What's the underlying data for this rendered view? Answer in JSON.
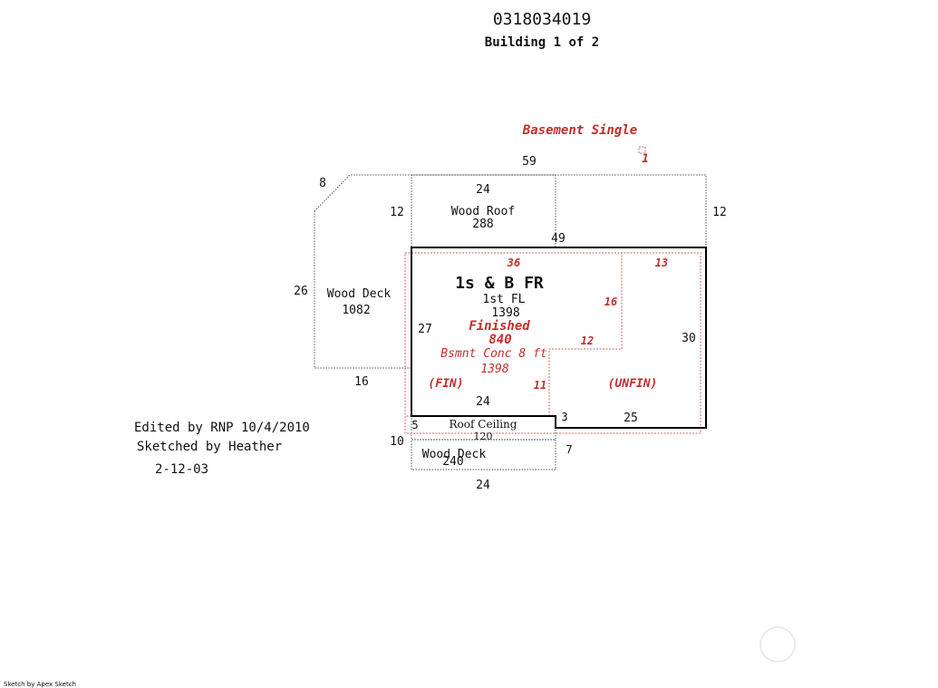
{
  "header": {
    "parcel_id": "0318034019",
    "building": "Building 1 of 2"
  },
  "legend": {
    "basement_label": "Basement Single",
    "basement_marker": "1"
  },
  "areas": {
    "wood_roof": {
      "label": "Wood Roof",
      "area": "288"
    },
    "wood_deck_left": {
      "label": "Wood Deck",
      "area": "1082"
    },
    "main": {
      "label": "1s & B FR",
      "floor": "1st FL",
      "area": "1398",
      "finished_label": "Finished",
      "finished_area": "840",
      "basement_label": "Bsmnt Conc 8 ft",
      "basement_area": "1398",
      "fin_tag": "(FIN)",
      "unfin_tag": "(UNFIN)"
    },
    "roof_ceiling": {
      "label": "Roof Ceiling",
      "area": "120"
    },
    "wood_deck_bottom": {
      "label": "Wood Deck",
      "area": "240"
    }
  },
  "dimensions": {
    "top_59": "59",
    "left_top_8": "8",
    "wood_roof_top_24": "24",
    "wood_roof_left_12": "12",
    "right_12": "12",
    "mid_49": "49",
    "left_26": "26",
    "left_bottom_16": "16",
    "inner_27": "27",
    "main_bottom_24": "24",
    "roof_ceiling_5": "5",
    "notch_3": "3",
    "bottom_25": "25",
    "right_30": "30",
    "deck_10": "10",
    "deck_7": "7",
    "deck_bottom_24": "24",
    "red_36": "36",
    "red_13": "13",
    "red_16": "16",
    "red_12": "12",
    "red_11": "11"
  },
  "notes": {
    "edited": "Edited by RNP 10/4/2010",
    "sketched": "Sketched by Heather",
    "date": "2-12-03"
  },
  "footer": {
    "credit": "Sketch by Apex Sketch"
  }
}
